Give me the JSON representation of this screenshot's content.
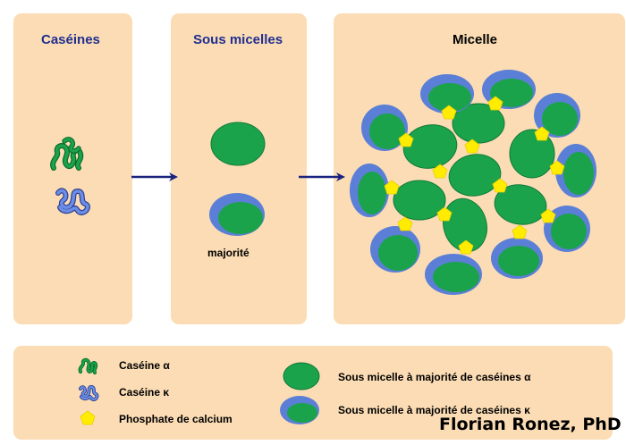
{
  "panels": {
    "caseines_title": "Caséines",
    "sous_micelles_title": "Sous micelles",
    "micelle_title": "Micelle",
    "majorite_label": "majorité"
  },
  "legend": {
    "casein_alpha": "Caséine α",
    "casein_kappa": "Caséine κ",
    "calcium_phosphate": "Phosphate de calcium",
    "submicelle_alpha": "Sous micelle à majorité de caséines α",
    "submicelle_kappa": "Sous micelle à majorité de caséines κ"
  },
  "credit": "Florian Ronez, PhD",
  "colors": {
    "panel_bg": "#fbdcb4",
    "submicelle_green": "#1aa34a",
    "kappa_blue": "#5b7fd6",
    "phosphate_yellow": "#ffec00",
    "arrow_navy": "#1a237e",
    "title_blue": "#1f2f8f"
  },
  "icons": [
    "casein-alpha-coil-icon",
    "casein-kappa-coil-icon",
    "calcium-phosphate-pentagon-icon",
    "arrow-right-icon"
  ]
}
